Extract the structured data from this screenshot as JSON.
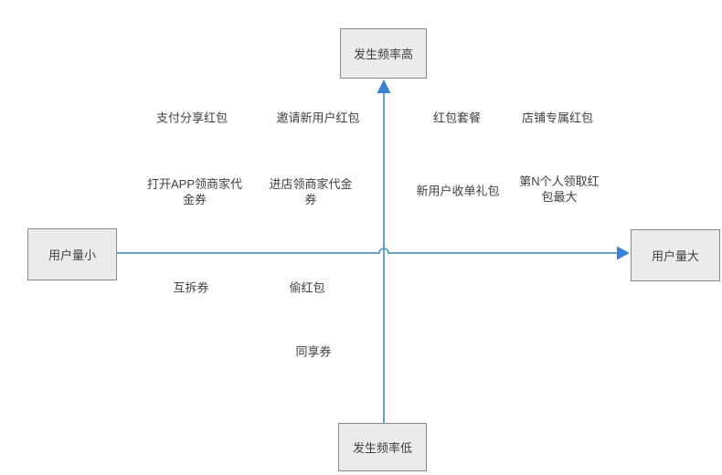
{
  "colors": {
    "line": "#6BA1C7",
    "arrow": "#3A82DA",
    "box_fill": "#ebebeb",
    "box_border": "#8a8a8a",
    "text": "#3f3f3f",
    "background": "#ffffff"
  },
  "axis_boxes": {
    "top": "发生频率高",
    "bottom": "发生频率低",
    "left": "用户量小",
    "right": "用户量大"
  },
  "labels": {
    "pay_share_redpacket": "支付分享红包",
    "invite_new_user_redpacket": "邀请新用户红包",
    "open_app_merchant_voucher": "打开APP领商家代金券",
    "enter_store_merchant_voucher": "进店领商家代金券",
    "redpacket_combo": "红包套餐",
    "store_exclusive_redpacket": "店铺专属红包",
    "new_user_order_gift": "新用户收单礼包",
    "nth_person_max_redpacket": "第N个人领取红包最大",
    "mutual_coupon": "互拆券",
    "steal_redpacket": "偷红包",
    "shared_coupon": "同享券"
  }
}
